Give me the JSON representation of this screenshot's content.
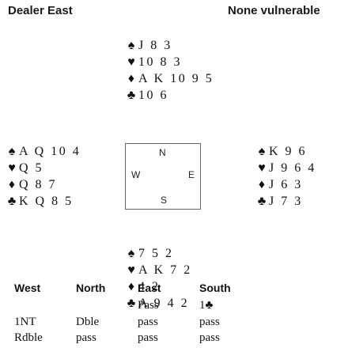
{
  "header": {
    "dealer": "Dealer East",
    "vulnerability": "None vulnerable"
  },
  "suits": {
    "spades": "♠",
    "hearts": "♥",
    "diamonds": "♦",
    "clubs": "♣"
  },
  "hands": {
    "north": {
      "spades": "J 8 3",
      "hearts": "10 8 3",
      "diamonds": "A K 10 9 5",
      "clubs": "10 6"
    },
    "west": {
      "spades": "A Q 10 4",
      "hearts": "Q 5",
      "diamonds": "Q 8 7",
      "clubs": "K Q 8 5"
    },
    "east": {
      "spades": "K 9 6",
      "hearts": "J 9 6 4",
      "diamonds": "J 6 3",
      "clubs": "J 7 3"
    },
    "south": {
      "spades": "7 5 2",
      "hearts": "A K 7 2",
      "diamonds": "4 2",
      "clubs": "A 9 4 2"
    }
  },
  "compass": {
    "n": "N",
    "w": "W",
    "e": "E",
    "s": "S"
  },
  "auction": {
    "headers": [
      "West",
      "North",
      "East",
      "South"
    ],
    "rows": [
      [
        "",
        "",
        "Pass",
        "1"
      ],
      [
        "1NT",
        "Dble",
        "pass",
        "pass"
      ],
      [
        "Rdble",
        "pass",
        "pass",
        "pass"
      ]
    ],
    "opening_bid_suit": "♣"
  }
}
